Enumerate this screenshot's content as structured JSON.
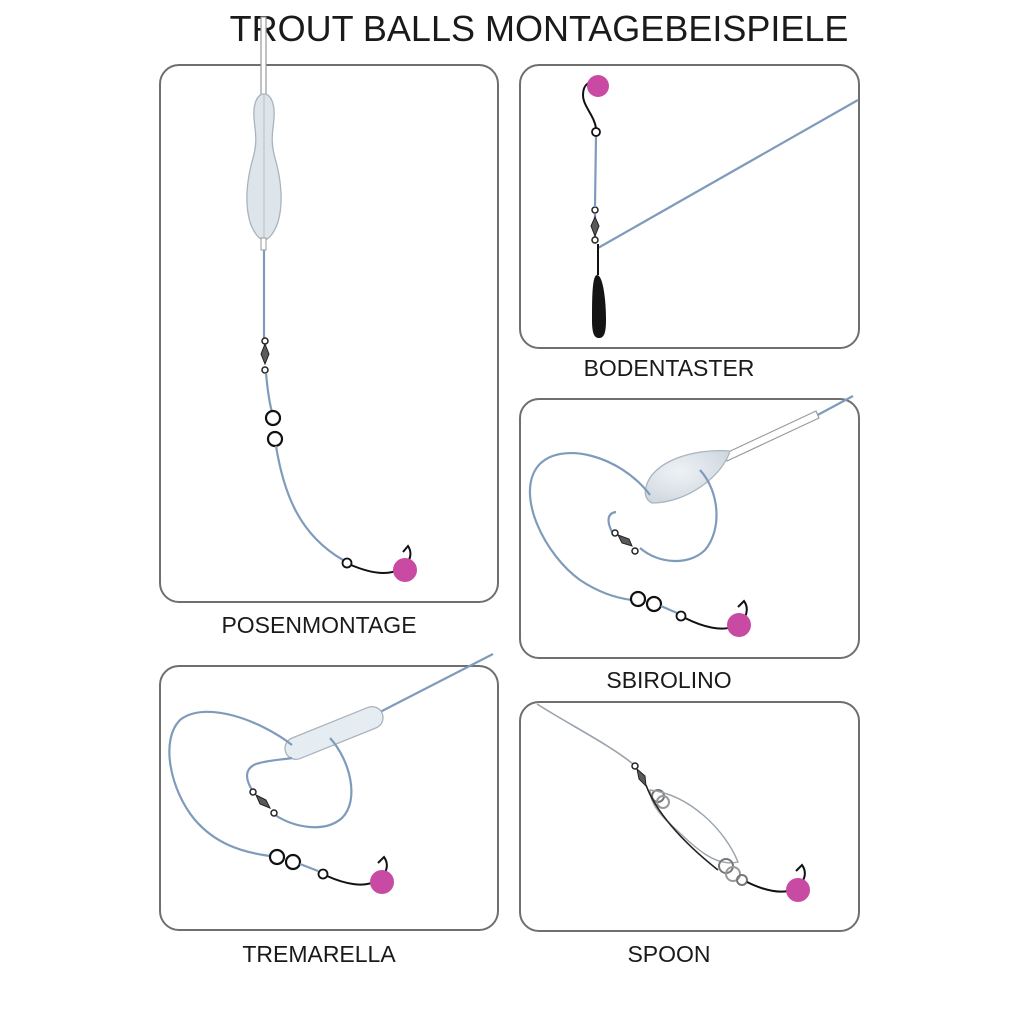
{
  "title": "TROUT BALLS MONTAGEBEISPIELE",
  "colors": {
    "line": "#7f9bbb",
    "bait": "#c94aa3",
    "float": "#dde4ea",
    "frame": "#6f6f6f",
    "sinker": "#141414"
  },
  "panels": [
    {
      "key": "posen",
      "label": "POSENMONTAGE"
    },
    {
      "key": "boden",
      "label": "BODENTASTER"
    },
    {
      "key": "sbiro",
      "label": "SBIROLINO"
    },
    {
      "key": "trema",
      "label": "TREMARELLA"
    },
    {
      "key": "spoon",
      "label": "SPOON"
    }
  ]
}
